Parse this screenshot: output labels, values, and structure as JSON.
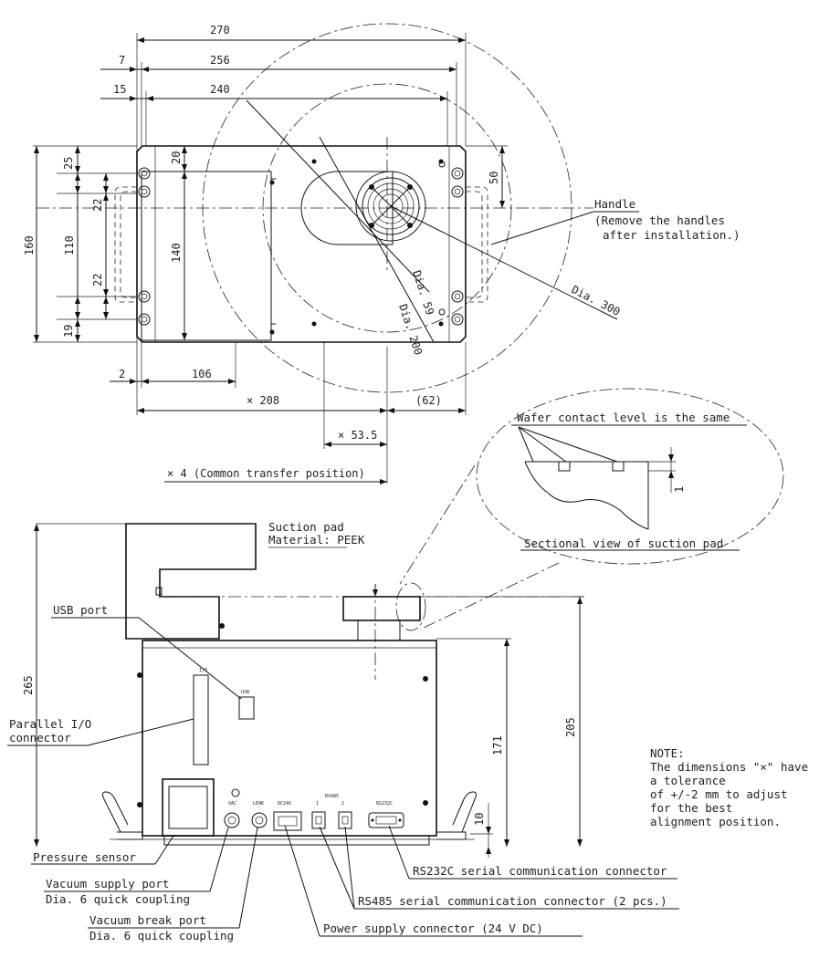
{
  "dims": {
    "d270": "270",
    "d256": "256",
    "d240": "240",
    "d7": "7",
    "d15": "15",
    "d160": "160",
    "d25": "25",
    "d22a": "22",
    "d110": "110",
    "d22b": "22",
    "d19": "19",
    "d20": "20",
    "d140": "140",
    "d50": "50",
    "d2": "2",
    "d106": "106",
    "d208": "× 208",
    "d62": "(62)",
    "d53": "× 53.5",
    "d4": "× 4 (Common transfer position)",
    "dia59": "Dia. 59",
    "dia200": "Dia. 200",
    "dia300": "Dia. 300",
    "d265": "265",
    "d205": "205",
    "d171": "171",
    "d10": "10",
    "d1": "1"
  },
  "labels": {
    "handle": "Handle",
    "handle_note1": "(Remove the handles",
    "handle_note2": "after installation.)",
    "wafer_contact": "Wafer contact level is the same",
    "sectional_view": "Sectional view of suction pad",
    "suction_pad": "Suction pad",
    "material": "Material: PEEK",
    "usb_port": "USB port",
    "parallel_io1": "Parallel I/O",
    "parallel_io2": "connector",
    "pressure_sensor": "Pressure sensor",
    "vacuum_supply1": "Vacuum supply port",
    "vacuum_supply2": "Dia. 6 quick coupling",
    "vacuum_break1": "Vacuum break port",
    "vacuum_break2": "Dia. 6 quick coupling",
    "power_supply": "Power supply connector (24 V DC)",
    "rs232c": "RS232C serial communication connector",
    "rs485": "RS485 serial communication connector (2 pcs.)"
  },
  "note": {
    "l1": "NOTE:",
    "l2": "The dimensions \"×\" have",
    "l3": "a tolerance",
    "l4": "of +/-2 mm to adjust",
    "l5": "for the best",
    "l6": "alignment position."
  },
  "panel": {
    "io": "I/O",
    "usb": "USB",
    "vac": "VAC",
    "leak": "LEAK",
    "dc24": "DC24V",
    "p1": "1",
    "rs485": "RS485",
    "p2": "2",
    "rs232": "RS232C"
  }
}
